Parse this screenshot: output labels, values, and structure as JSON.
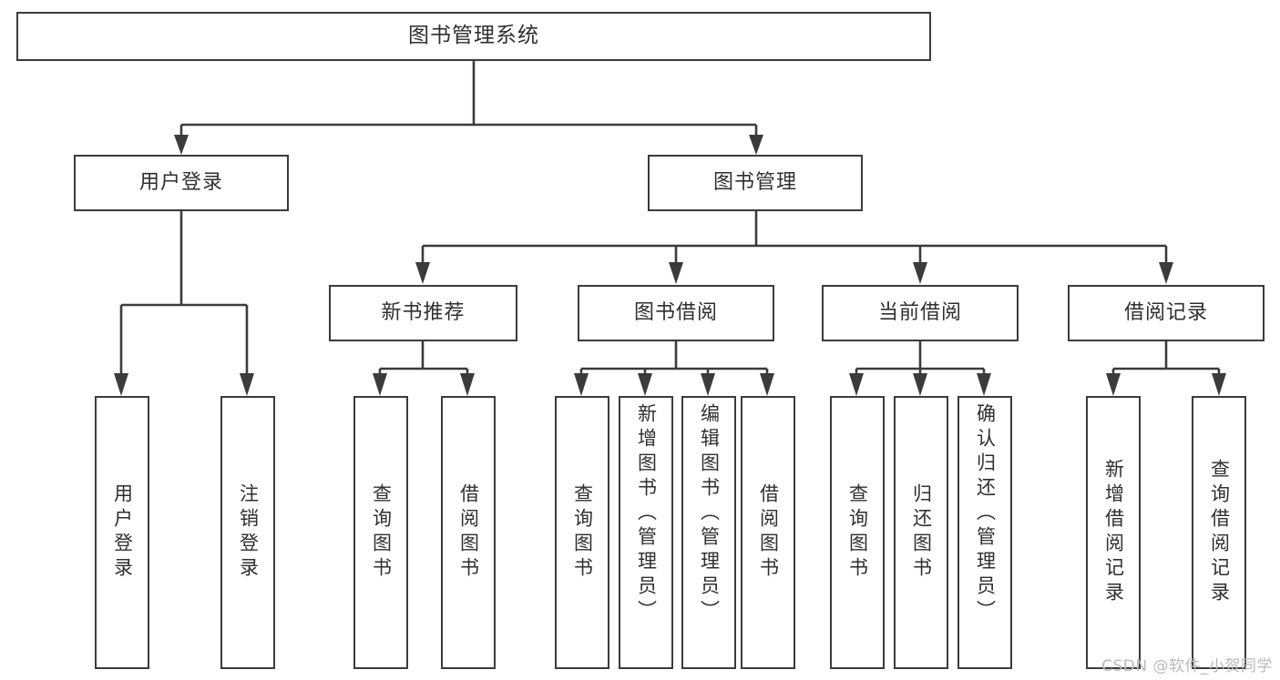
{
  "diagram": {
    "title": "图书管理系统",
    "type": "hierarchy-tree",
    "watermark": "CSDN @软件_小贺同学",
    "colors": {
      "stroke": "#3b3b3b",
      "box_fill": "#ffffff",
      "text": "#2f2f2f",
      "watermark": "#b9b9b9",
      "background": "#ffffff"
    }
  },
  "nodes": {
    "root": {
      "label": "图书管理系统"
    },
    "level2": [
      {
        "label": "用户登录"
      },
      {
        "label": "图书管理"
      }
    ],
    "level3": [
      {
        "label": "新书推荐"
      },
      {
        "label": "图书借阅"
      },
      {
        "label": "当前借阅"
      },
      {
        "label": "借阅记录"
      }
    ],
    "leaves": {
      "user_login": [
        {
          "label": "用户登录"
        },
        {
          "label": "注销登录"
        }
      ],
      "new_book": [
        {
          "label": "查询图书"
        },
        {
          "label": "借阅图书"
        }
      ],
      "book_borrow": [
        {
          "label": "查询图书"
        },
        {
          "label": "新增图书（管理员）"
        },
        {
          "label": "编辑图书（管理员）"
        },
        {
          "label": "借阅图书"
        }
      ],
      "current_borrow": [
        {
          "label": "查询图书"
        },
        {
          "label": "归还图书"
        },
        {
          "label": "确认归还（管理员）"
        }
      ],
      "borrow_record": [
        {
          "label": "新增借阅记录"
        },
        {
          "label": "查询借阅记录"
        }
      ]
    }
  }
}
